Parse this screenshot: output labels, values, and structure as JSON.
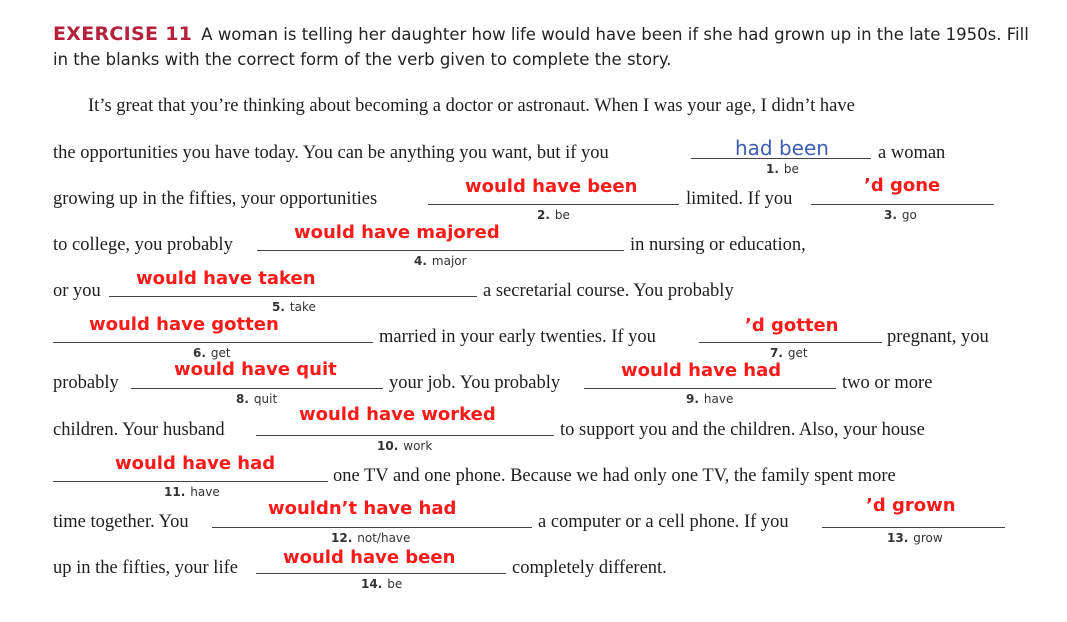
{
  "exercise": {
    "title": "EXERCISE 11",
    "instructions": "A woman is telling her daughter how life would have been if she had grown up in the late 1950s. Fill in the blanks with the correct form of the verb given to complete the story."
  },
  "story": {
    "line1": "It’s great that you’re thinking about becoming a doctor or astronaut. When I was your age, I didn’t have",
    "line2a": "the opportunities you have today. You can be anything you want, but if you",
    "line2b": "a woman",
    "line3a": "growing up in the fifties, your opportunities",
    "line3b": "limited. If you",
    "line4a": "to college, you probably",
    "line4b": "in nursing or education,",
    "line5a": "or you",
    "line5b": "a secretarial course. You probably",
    "line6a": "married in your early twenties. If you",
    "line6b": "pregnant, you",
    "line7a": "probably",
    "line7b": "your job. You probably",
    "line7c": "two or more",
    "line8a": "children. Your husband",
    "line8b": "to support you and the children. Also, your house",
    "line9a": "one TV and one phone. Because we had only one TV, the family spent more",
    "line10a": "time together. You",
    "line10b": "a computer or a cell phone. If you",
    "line11a": "up in the fifties, your life",
    "line11b": "completely different."
  },
  "blanks": [
    {
      "num": "1.",
      "verb": "be",
      "answer": "had been"
    },
    {
      "num": "2.",
      "verb": "be",
      "answer": "would have been"
    },
    {
      "num": "3.",
      "verb": "go",
      "answer": "’d gone"
    },
    {
      "num": "4.",
      "verb": "major",
      "answer": "would have majored"
    },
    {
      "num": "5.",
      "verb": "take",
      "answer": "would have taken"
    },
    {
      "num": "6.",
      "verb": "get",
      "answer": "would have gotten"
    },
    {
      "num": "7.",
      "verb": "get",
      "answer": "’d gotten"
    },
    {
      "num": "8.",
      "verb": "quit",
      "answer": "would have quit"
    },
    {
      "num": "9.",
      "verb": "have",
      "answer": "would have had"
    },
    {
      "num": "10.",
      "verb": "work",
      "answer": "would have worked"
    },
    {
      "num": "11.",
      "verb": "have",
      "answer": "would have had"
    },
    {
      "num": "12.",
      "verb": "not/have",
      "answer": "wouldn’t have had"
    },
    {
      "num": "13.",
      "verb": "grow",
      "answer": "’d grown"
    },
    {
      "num": "14.",
      "verb": "be",
      "answer": "would have been"
    }
  ],
  "colors": {
    "title": "#b5203a",
    "answer": "#ff1a1a",
    "handwritten": "#3c5fb3"
  }
}
